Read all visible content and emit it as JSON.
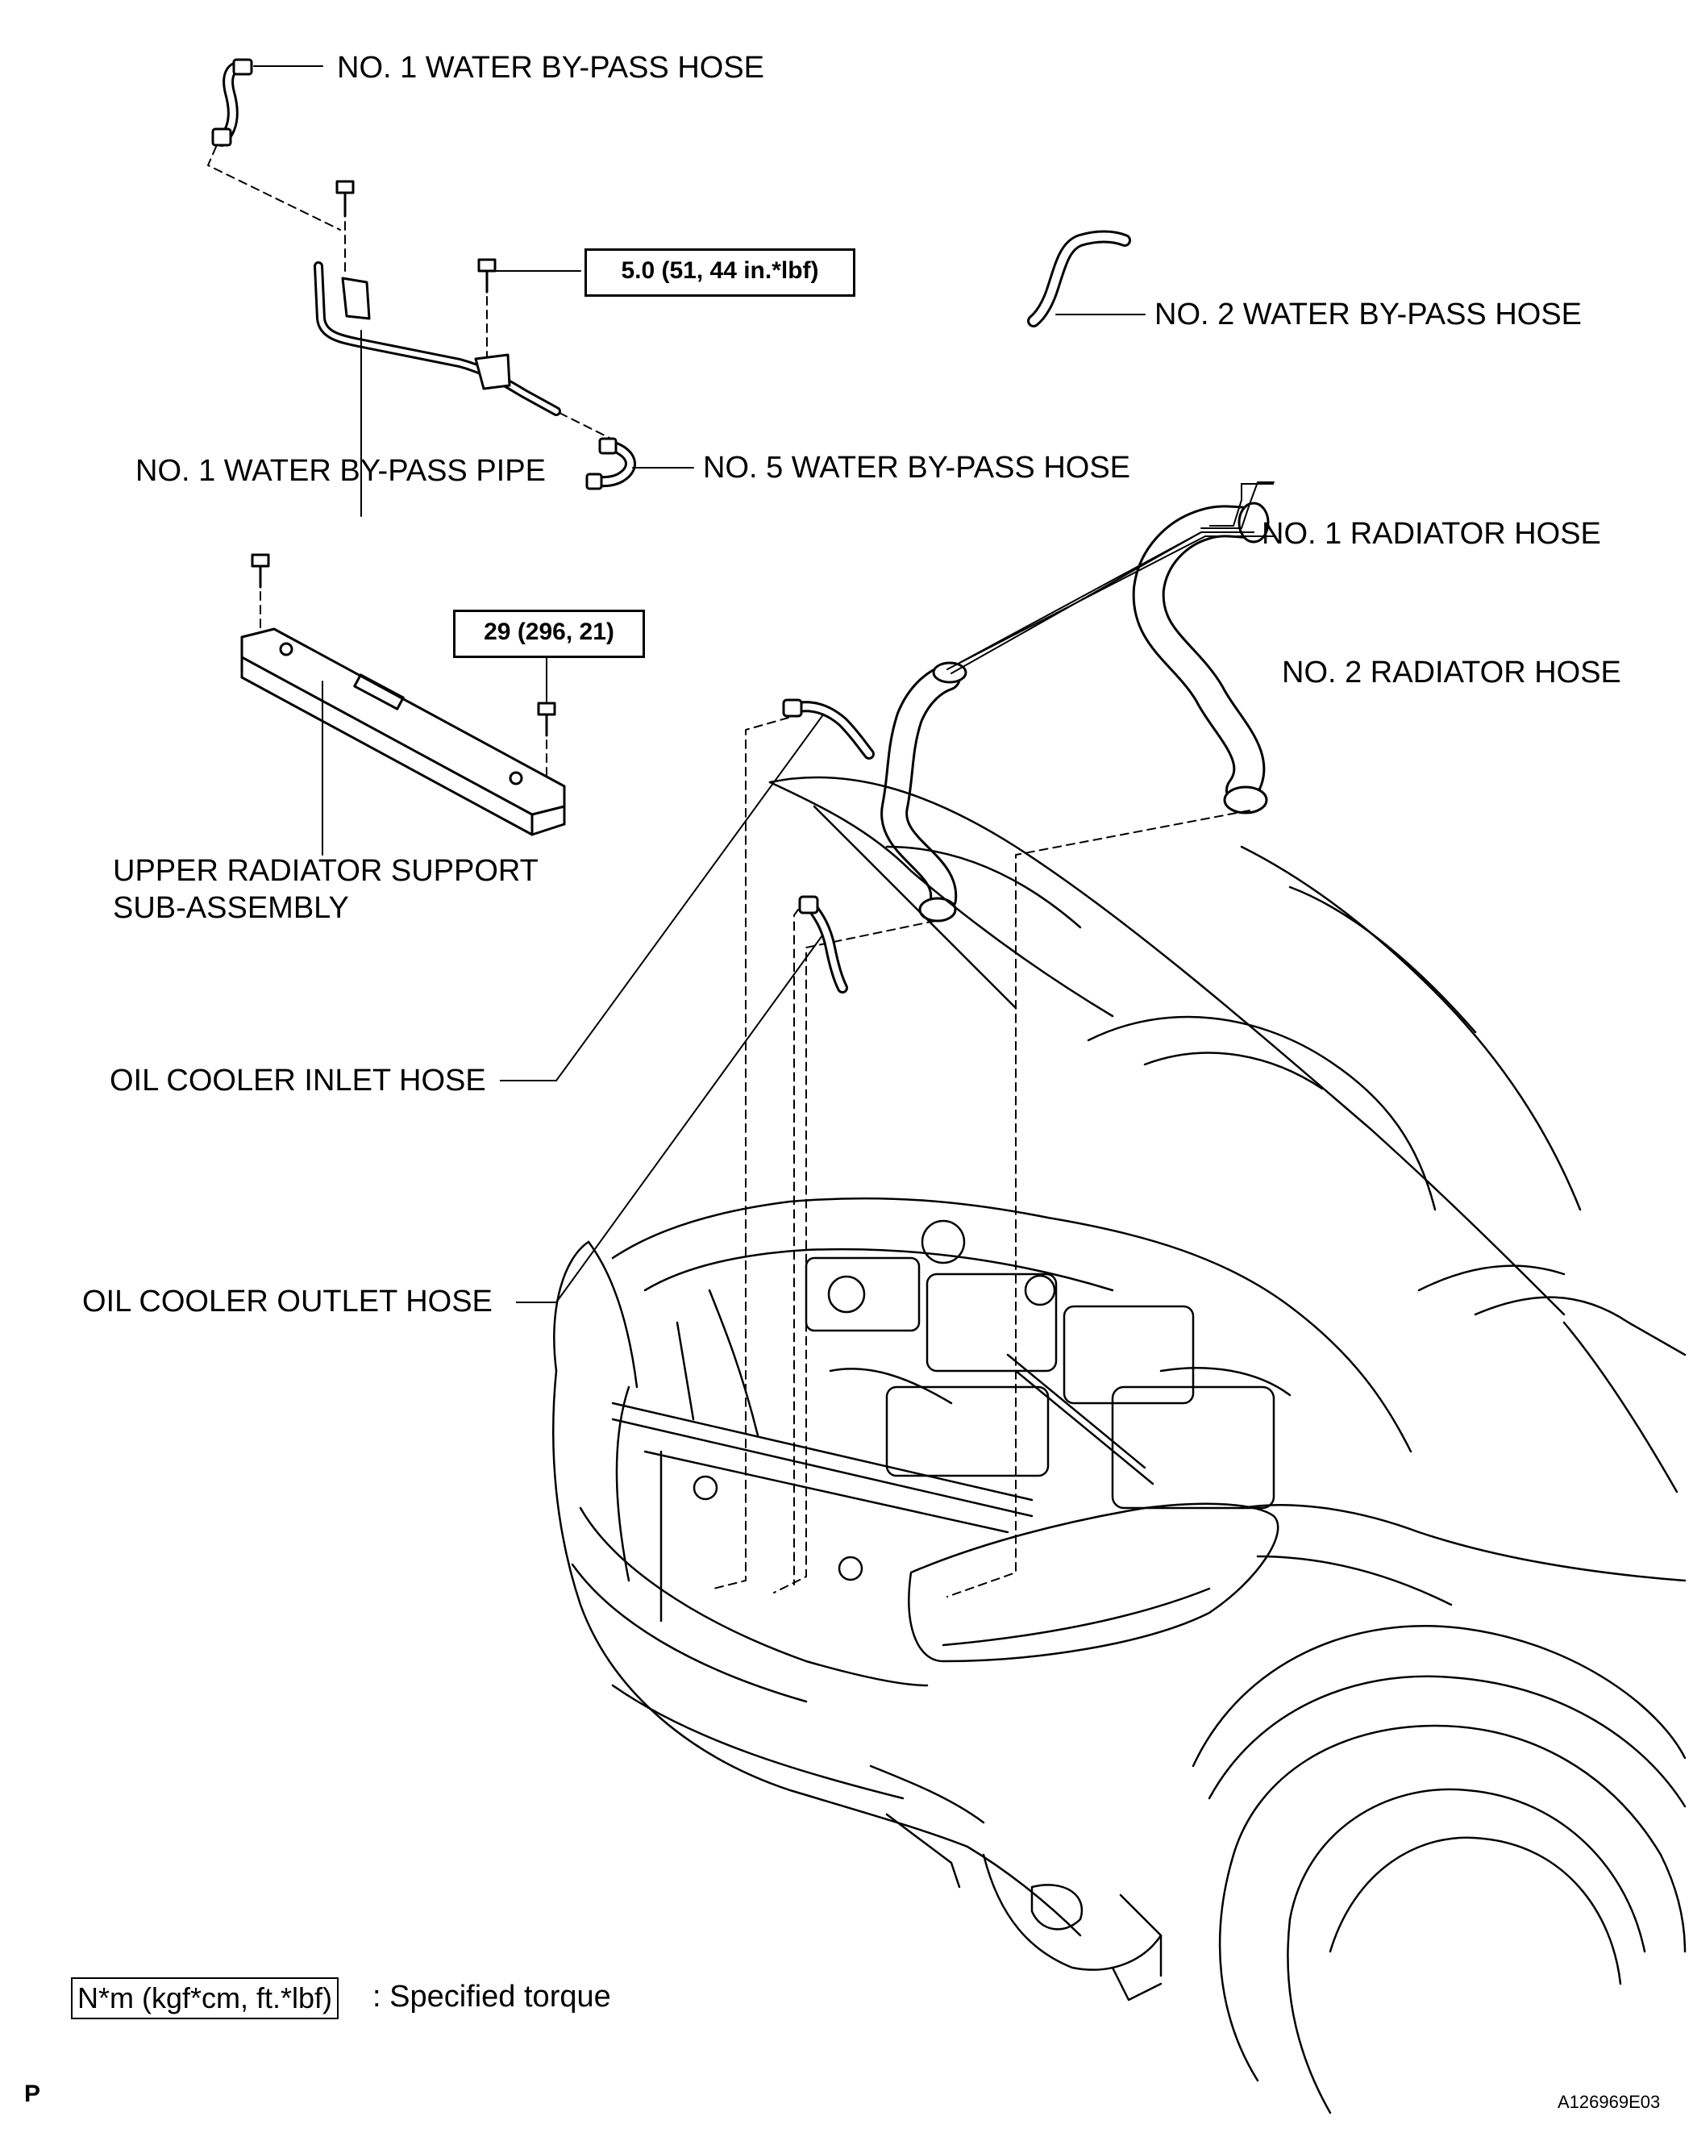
{
  "labels": {
    "water_bypass_hose_1": "NO. 1 WATER BY-PASS HOSE",
    "water_bypass_hose_2": "NO. 2 WATER BY-PASS HOSE",
    "water_bypass_pipe_1": "NO. 1 WATER BY-PASS PIPE",
    "water_bypass_hose_5": "NO. 5 WATER BY-PASS HOSE",
    "radiator_hose_1": "NO. 1 RADIATOR HOSE",
    "radiator_hose_2": "NO. 2 RADIATOR HOSE",
    "upper_support_line1": "UPPER RADIATOR SUPPORT",
    "upper_support_line2": "SUB-ASSEMBLY",
    "oil_cooler_inlet": "OIL COOLER INLET HOSE",
    "oil_cooler_outlet": "OIL COOLER OUTLET HOSE"
  },
  "torque": {
    "pipe_bolt": "5.0 (51, 44 in.*lbf)",
    "support_bolt": "29 (296, 21)"
  },
  "legend": {
    "unit": "N*m (kgf*cm, ft.*lbf)",
    "meaning": ": Specified torque"
  },
  "corner_mark": "P",
  "figure_id": "A126969E03"
}
